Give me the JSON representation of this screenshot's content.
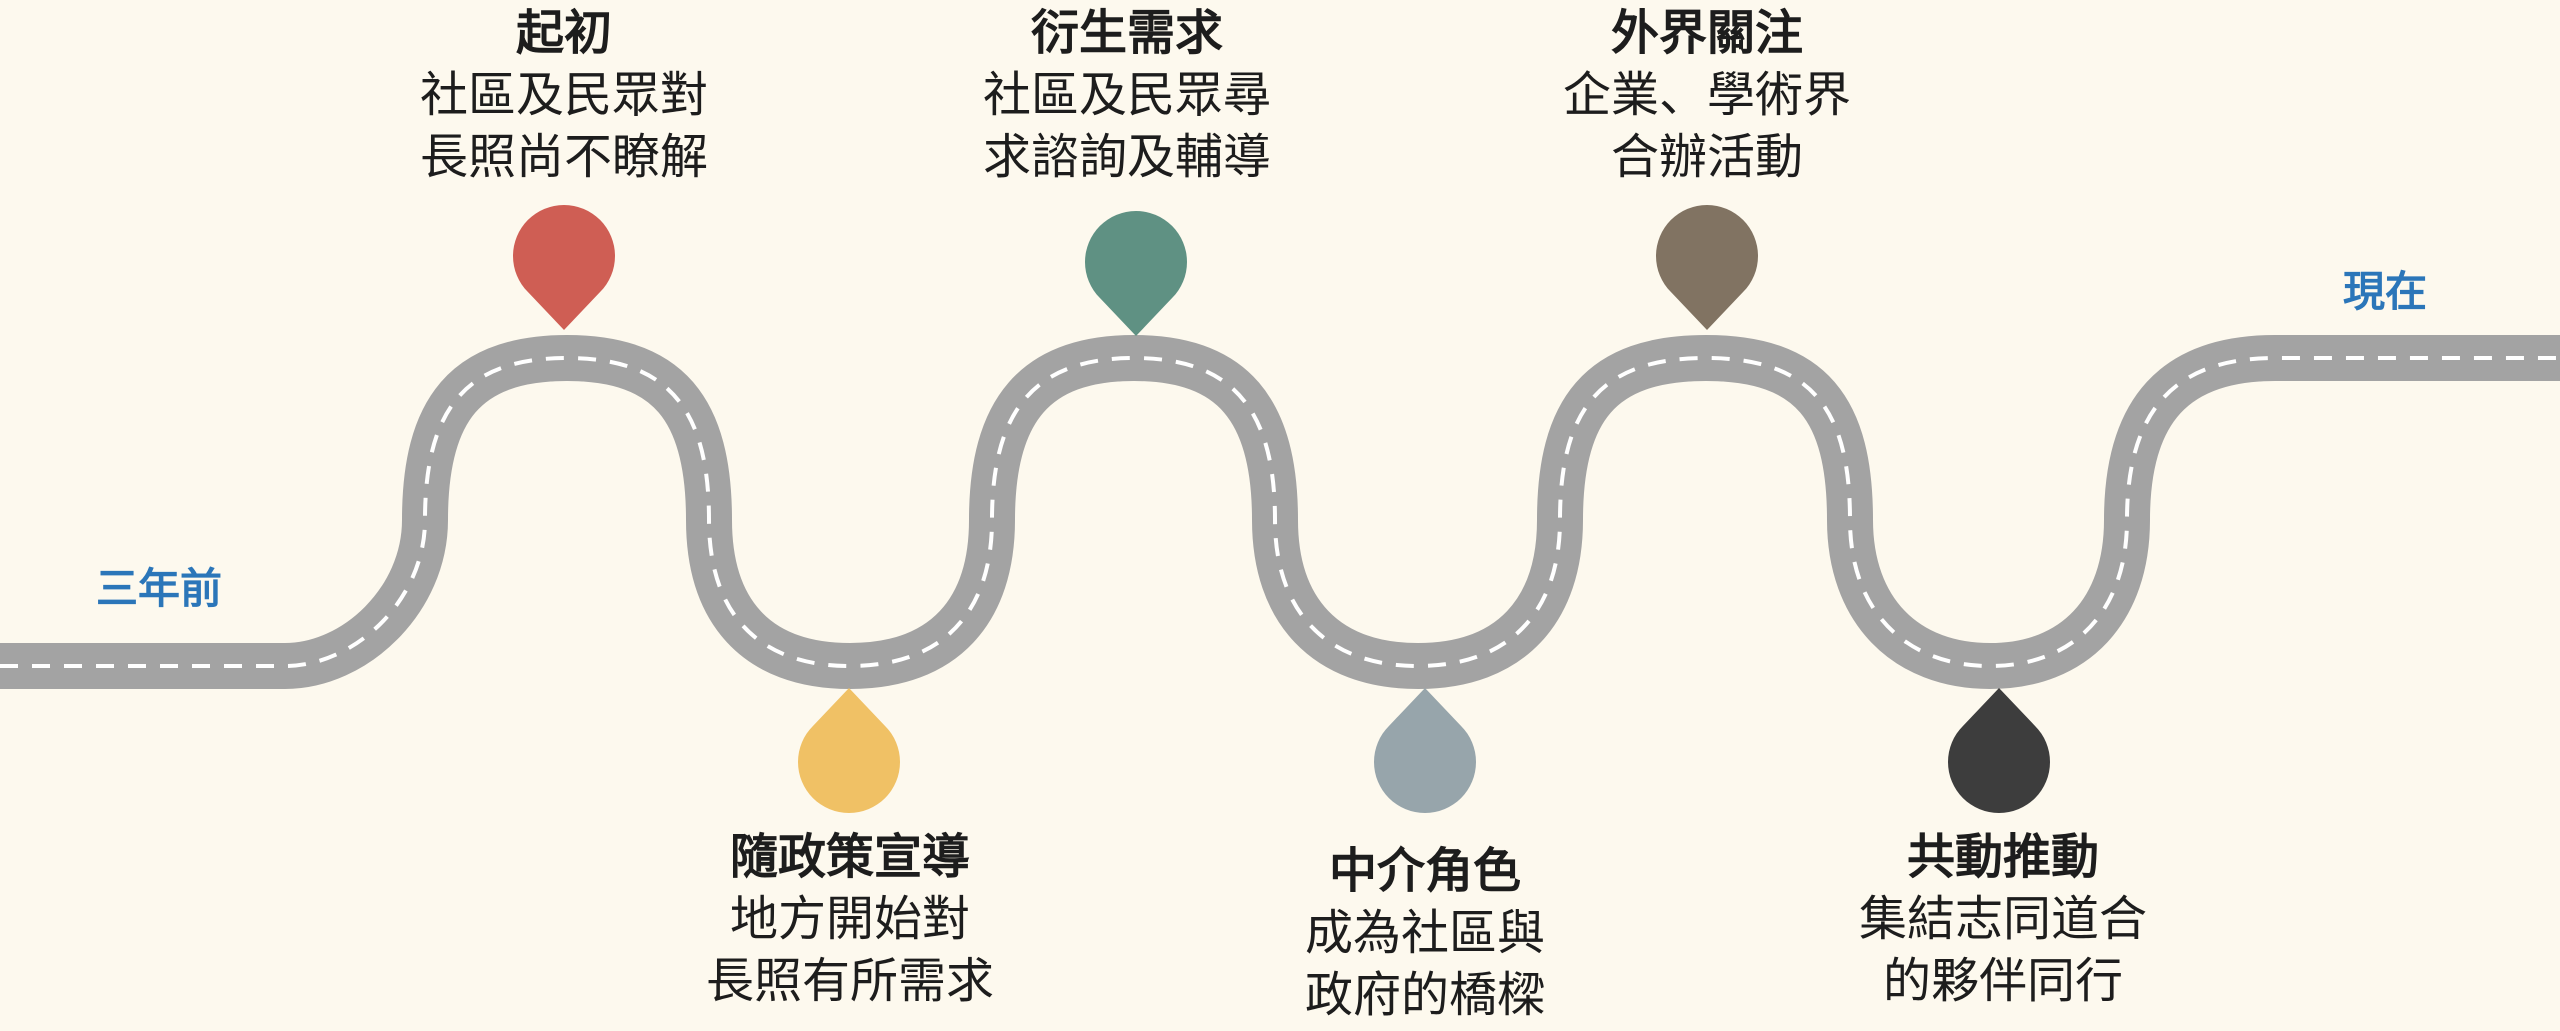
{
  "start_label": "三年前",
  "end_label": "現在",
  "colors": {
    "background": "#fdf9ee",
    "road": "#a3a3a3",
    "road_dash": "#ffffff",
    "end_label": "#2b76b9"
  },
  "milestones": [
    {
      "title": "起初",
      "lines": [
        "社區及民眾對",
        "長照尚不瞭解"
      ],
      "color": "#cf5e54",
      "position": "top",
      "icon": "map-pin-icon"
    },
    {
      "title": "隨政策宣導",
      "lines": [
        "地方開始對",
        "長照有所需求"
      ],
      "color": "#f0c165",
      "position": "bottom",
      "icon": "map-pin-icon"
    },
    {
      "title": "衍生需求",
      "lines": [
        "社區及民眾尋",
        "求諮詢及輔導"
      ],
      "color": "#5f9183",
      "position": "top",
      "icon": "map-pin-icon"
    },
    {
      "title": "中介角色",
      "lines": [
        "成為社區與",
        "政府的橋樑"
      ],
      "color": "#97a5ab",
      "position": "bottom",
      "icon": "map-pin-icon"
    },
    {
      "title": "外界關注",
      "lines": [
        "企業、學術界",
        "合辦活動"
      ],
      "color": "#817362",
      "position": "top",
      "icon": "map-pin-icon"
    },
    {
      "title": "共動推動",
      "lines": [
        "集結志同道合",
        "的夥伴同行"
      ],
      "color": "#3d3d3d",
      "position": "bottom",
      "icon": "map-pin-icon"
    }
  ]
}
